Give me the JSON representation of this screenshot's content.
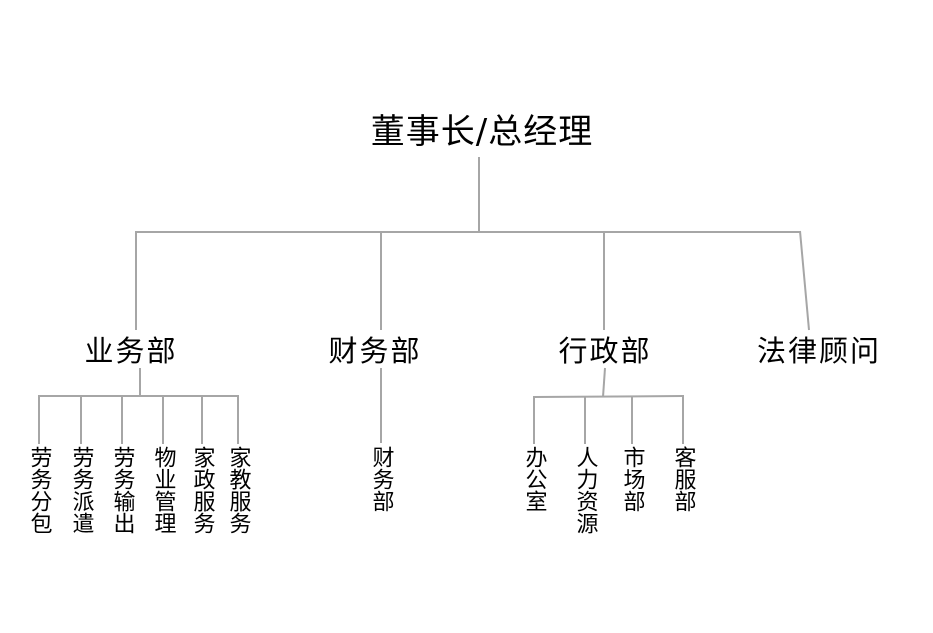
{
  "chart": {
    "title": "董事长/总经理",
    "root": {
      "label": "董事长/总经理"
    },
    "departments": [
      {
        "label": "业务部",
        "children": [
          "劳务分包",
          "劳务派遣",
          "劳务输出",
          "物业管理",
          "家政服务",
          "家教服务"
        ]
      },
      {
        "label": "财务部",
        "children": [
          "财务部"
        ]
      },
      {
        "label": "行政部",
        "children": [
          "办公室",
          "人力资源",
          "市场部",
          "客服部"
        ]
      },
      {
        "label": "法律顾问",
        "children": []
      }
    ],
    "line_color": "#a6a6a6",
    "text_color": "#000000",
    "background_color": "#ffffff"
  }
}
